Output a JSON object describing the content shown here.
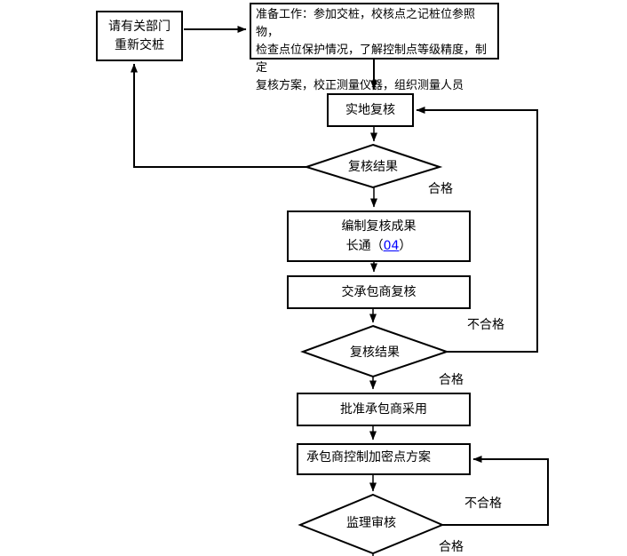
{
  "diagram": {
    "nodes": {
      "request_repile": {
        "lines": [
          "请有关部门",
          "重新交桩"
        ]
      },
      "preparation": {
        "lines": [
          "准备工作：参加交桩，校核点之记桩位参照物，",
          "检查点位保护情况，了解控制点等级精度，制定",
          "复核方案，校正测量仪器，组织测量人员"
        ]
      },
      "field_review": {
        "label": "实地复核"
      },
      "review_result_1": {
        "label": "复核结果"
      },
      "compile_results": {
        "line1": "编制复核成果",
        "line2_prefix": "长通（",
        "line2_link": "04",
        "line2_suffix": "）"
      },
      "submit_contractor_review": {
        "label": "交承包商复核"
      },
      "review_result_2": {
        "label": "复核结果"
      },
      "approve_contractor_use": {
        "label": "批准承包商采用"
      },
      "contractor_densification_plan": {
        "label": "承包商控制加密点方案"
      },
      "supervisor_review": {
        "label": "监理审核"
      }
    },
    "edge_labels": {
      "d1_pass": "合格",
      "d2_fail": "不合格",
      "d2_pass": "合格",
      "d3_fail": "不合格",
      "d3_pass": "合格"
    },
    "colors": {
      "line": "#000000",
      "text": "#000000",
      "link": "#0000ff",
      "background": "#ffffff"
    }
  }
}
